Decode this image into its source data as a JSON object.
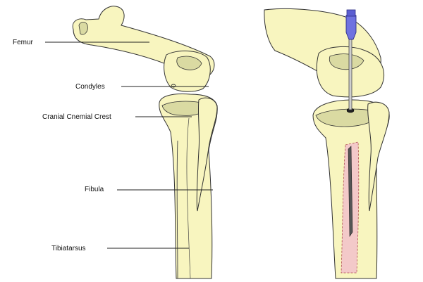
{
  "labels": {
    "femur": "Femur",
    "condyles": "Condyles",
    "crest": "Cranial Cnemial Crest",
    "fibula": "Fibula",
    "tibiotarsus": "Tibiatarsus"
  },
  "colors": {
    "bone": "#f8f5bf",
    "bone_shade": "#dadaa2",
    "outline": "#333333",
    "needle_hub": "#6f72e0",
    "marrow": "#f3c9c9"
  }
}
